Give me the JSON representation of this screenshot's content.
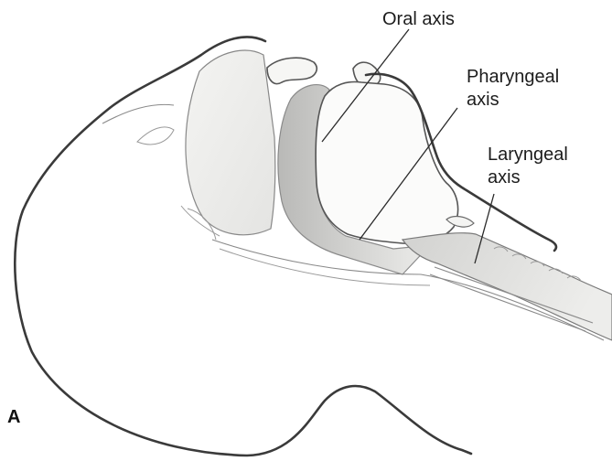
{
  "panel_label": "A",
  "labels": {
    "oral_axis": "Oral axis",
    "pharyngeal_axis_line1": "Pharyngeal",
    "pharyngeal_axis_line2": "axis",
    "laryngeal_axis_line1": "Laryngeal",
    "laryngeal_axis_line2": "axis"
  },
  "colors": {
    "outline": "#3a3a3a",
    "tissue_fill": "#f2f2f0",
    "airway_shade": "#c9c9c7",
    "text": "#1c1c1c"
  }
}
